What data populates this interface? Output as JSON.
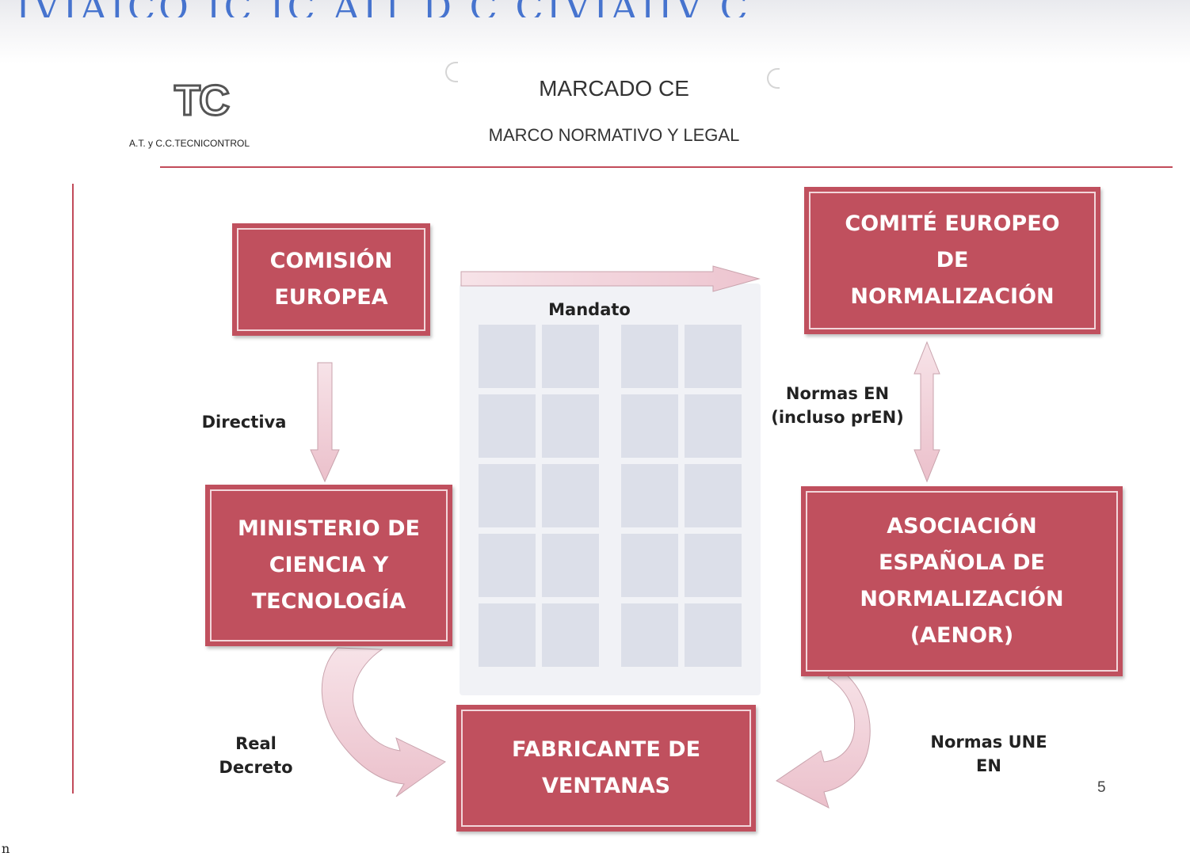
{
  "header": {
    "logo_text": "TC",
    "company": "A.T. y C.C.TECNICONTROL",
    "title": "MARCADO CE",
    "subtitle": "MARCO NORMATIVO Y LEGAL",
    "top_strip": "IVIAICO IC IC AIT D C CIVIAIIV C"
  },
  "boxes": {
    "comision": "COMISIÓN\nEUROPEA",
    "comite": "COMITÉ EUROPEO\nDE\nNORMALIZACIÓN",
    "ministerio": "MINISTERIO DE\nCIENCIA Y\nTECNOLOGÍA",
    "aenor": "ASOCIACIÓN\nESPAÑOLA DE\nNORMALIZACIÓN\n(AENOR)",
    "fabricante": "FABRICANTE DE\nVENTANAS"
  },
  "labels": {
    "mandato": "Mandato",
    "directiva": "Directiva",
    "normas_en": "Normas EN\n(incluso prEN)",
    "real_decreto": "Real\nDecreto",
    "normas_une": "Normas UNE\nEN"
  },
  "footer": {
    "page_number": "5",
    "corner": "n"
  },
  "colors": {
    "box": "#c0505e",
    "arrow": "#f2d3db",
    "rule": "#c24b5a"
  }
}
